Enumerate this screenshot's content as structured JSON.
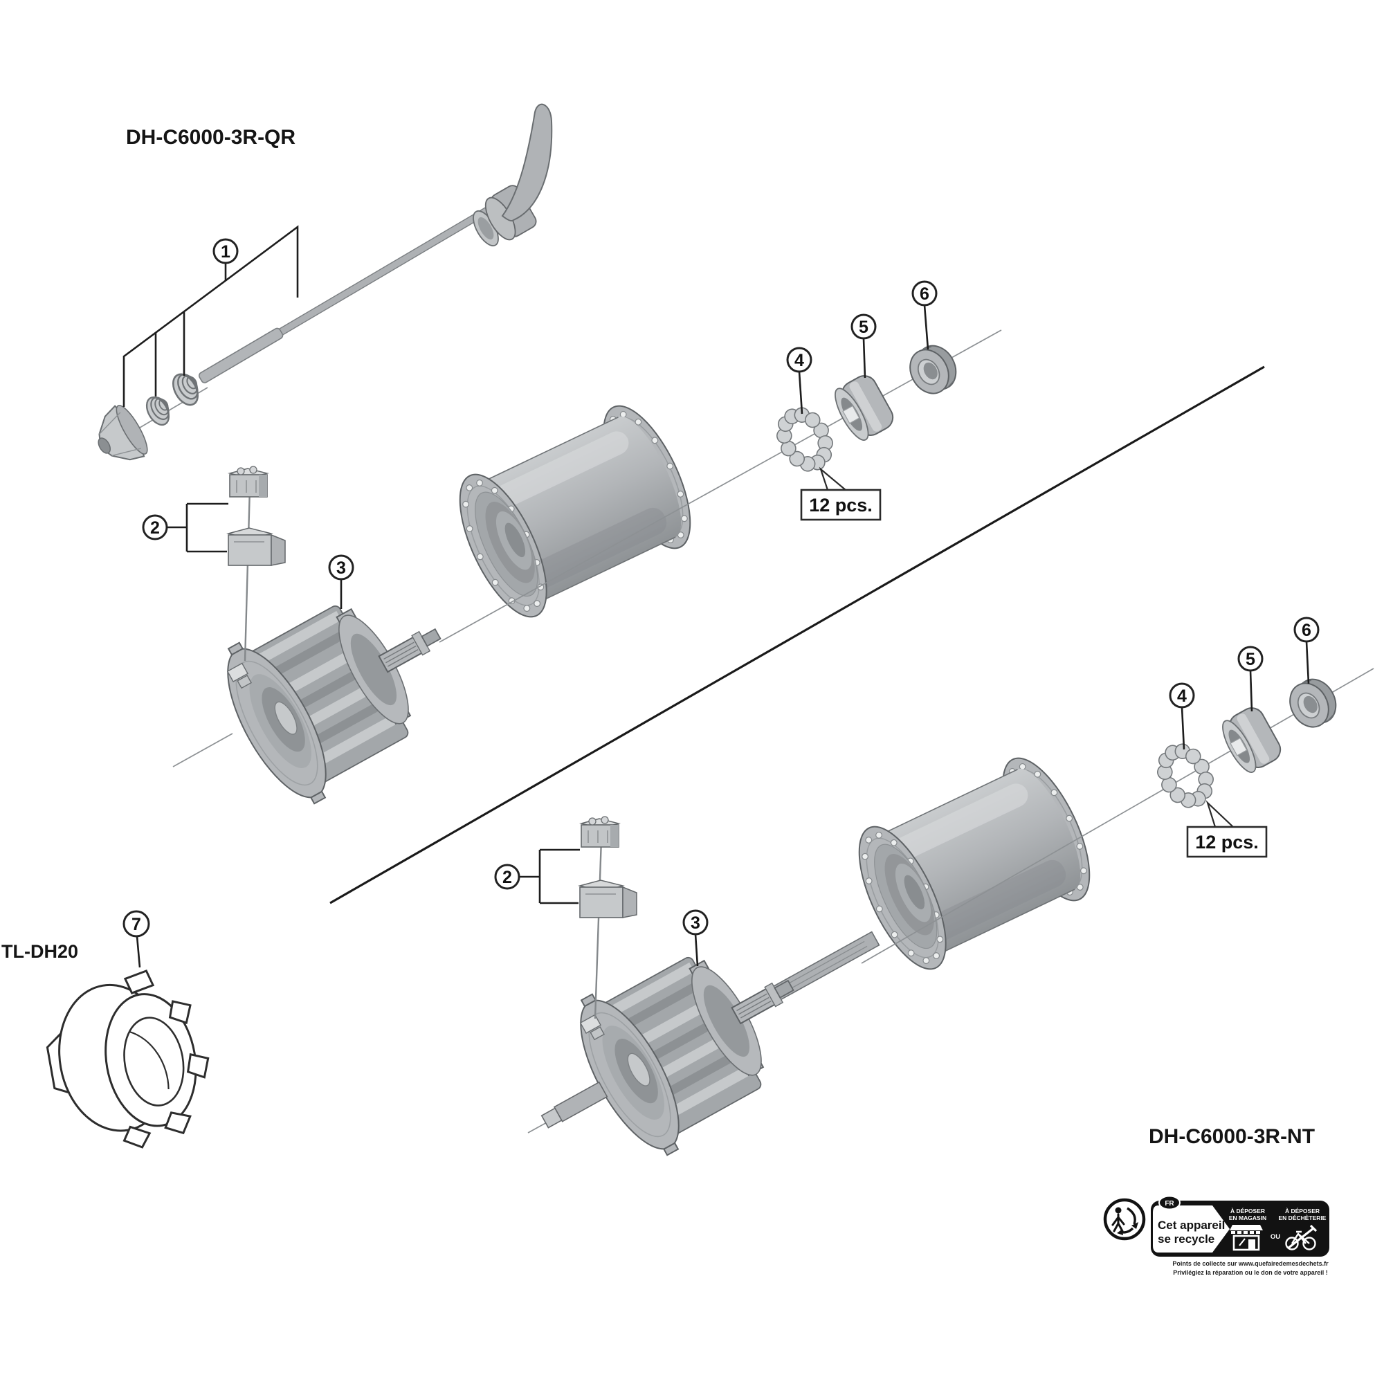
{
  "titles": {
    "top_model": "DH-C6000-3R-QR",
    "bottom_model": "DH-C6000-3R-NT",
    "tool_model": "TL-DH20"
  },
  "callouts": {
    "c1": "1",
    "c2": "2",
    "c3": "3",
    "c4": "4",
    "c5": "5",
    "c6": "6",
    "c7": "7"
  },
  "quantities": {
    "bearing_balls": "12 pcs."
  },
  "recycle": {
    "country_badge": "FR",
    "bubble_line1": "Cet appareil",
    "bubble_line2": "se recycle",
    "option1_line1": "À DÉPOSER",
    "option1_line2": "EN MAGASIN",
    "or_word": "OU",
    "option2_line1": "À DÉPOSER",
    "option2_line2": "EN DÉCHÈTERIE",
    "footer_line1": "Points de collecte sur www.quefairedemesdechets.fr",
    "footer_line2": "Privilégiez la réparation ou le don de votre appareil !"
  },
  "colors": {
    "background": "#ffffff",
    "part_gray": "#b4b7ba",
    "part_dark": "#8b8f92",
    "outline": "#2d2d2d",
    "banner_black": "#121212"
  }
}
